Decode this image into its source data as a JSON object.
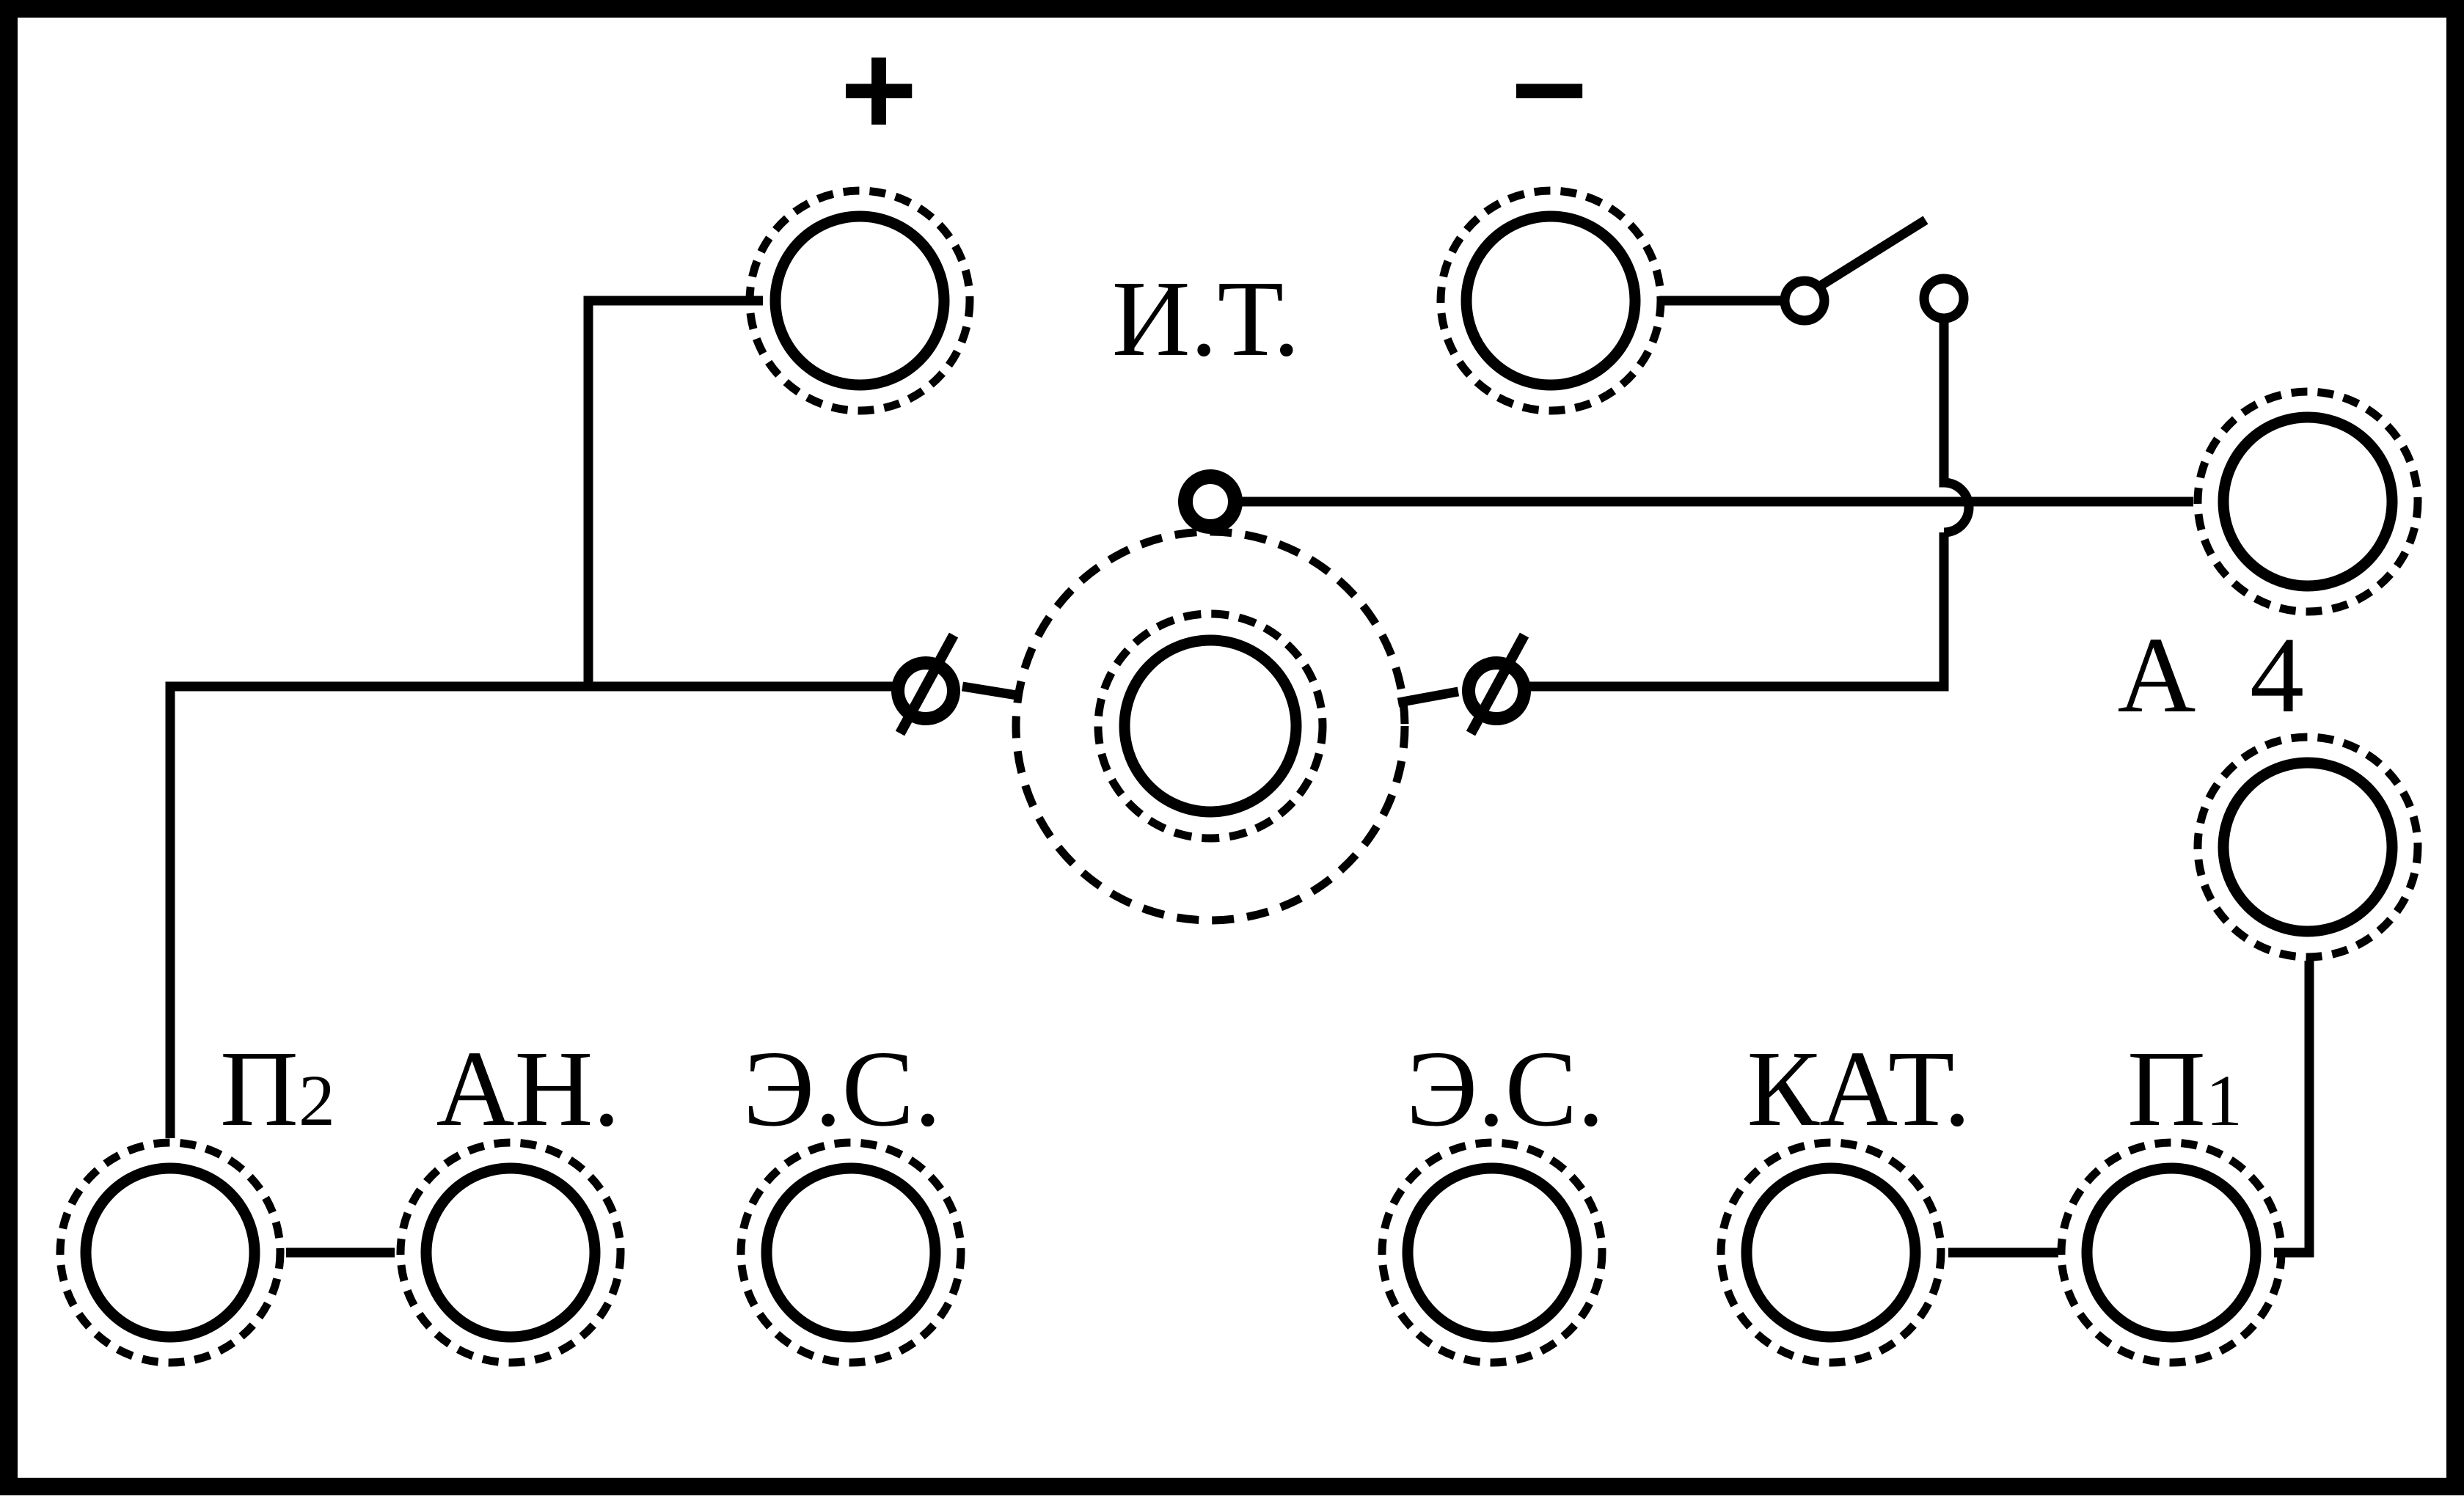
{
  "colors": {
    "stroke": "#000000",
    "background": "#ffffff"
  },
  "labels": {
    "plus": "+",
    "minus": "−",
    "power_source": "И.Т.",
    "a_letter": "А",
    "a_number": "4",
    "p2_main": "П",
    "p2_sub": "2",
    "anode": "АН.",
    "es_left": "Э.С.",
    "es_right": "Э.С.",
    "cathode": "КАТ.",
    "p1_main": "П",
    "p1_sub": "1"
  }
}
